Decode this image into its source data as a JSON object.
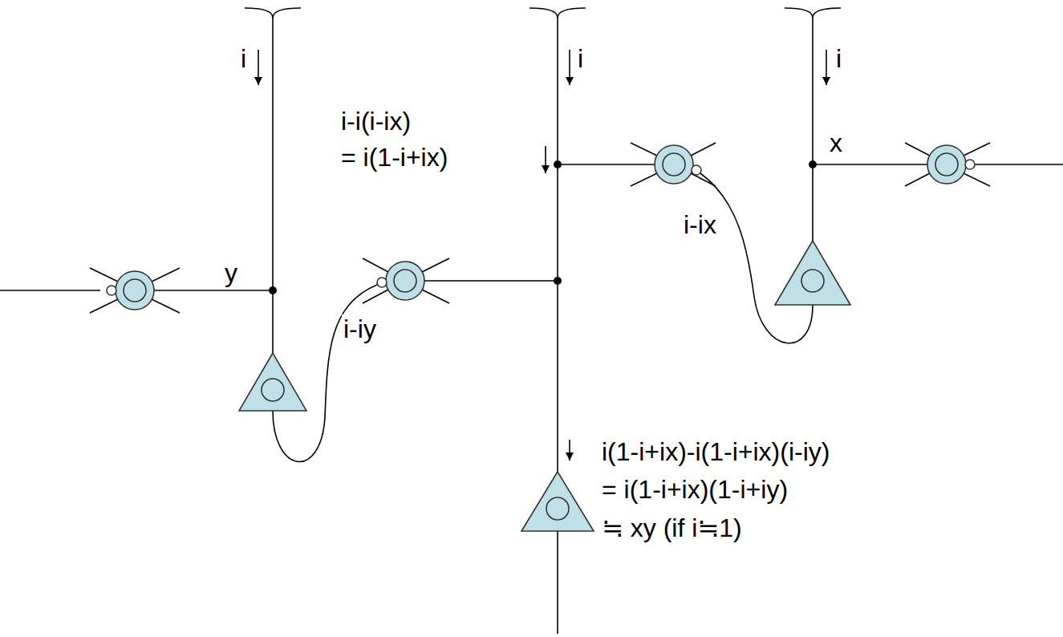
{
  "diagram": {
    "labels": [
      "i",
      "i",
      "i",
      "x",
      "i-i(i-ix)",
      "= i(1-i+ix)",
      "i-ix",
      "y",
      "i-iy",
      "i(1-i+ix)-i(1-i+ix)(i-iy)",
      "= i(1-i+ix)(1-i+iy)",
      "≒ xy (if i≒1)"
    ]
  }
}
